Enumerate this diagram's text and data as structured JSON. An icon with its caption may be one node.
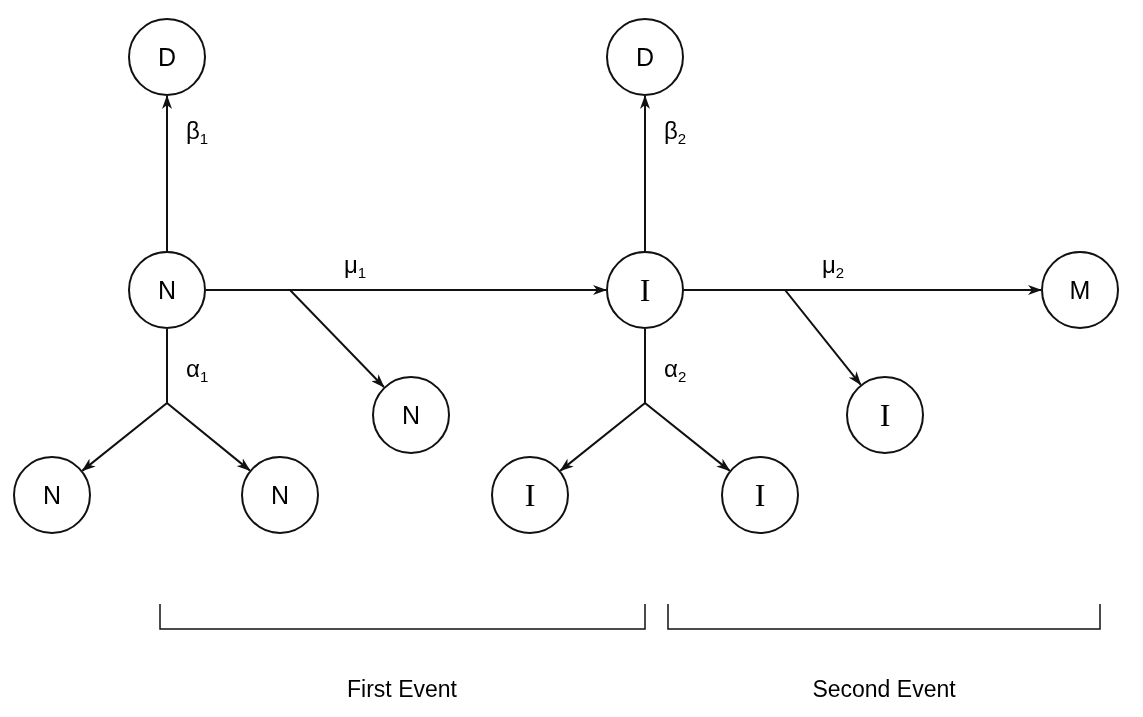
{
  "diagram": {
    "nodes": [
      {
        "text": [
          "D"
        ]
      },
      {
        "text": [
          "D"
        ]
      },
      {
        "text": [
          "N"
        ]
      },
      {
        "text": [
          "I"
        ]
      },
      {
        "text": [
          "M"
        ]
      },
      {
        "text": [
          "N"
        ]
      },
      {
        "text": [
          "I"
        ]
      },
      {
        "text": [
          "N"
        ]
      },
      {
        "text": [
          "N"
        ]
      },
      {
        "text": [
          "I"
        ]
      },
      {
        "text": [
          "I"
        ]
      }
    ],
    "edges": [
      {
        "from": 2,
        "to": 0,
        "arrow": "to",
        "label": "β$_{1}$"
      },
      {
        "from": 2,
        "to": 3,
        "arrow": "to",
        "label": "μ$_{1}$"
      },
      {
        "from": 2,
        "to": 5,
        "arrow": "to"
      },
      {
        "from": 2,
        "to": 7,
        "arrow": "to",
        "label": "α$_{1}$"
      },
      {
        "from": 2,
        "to": 8,
        "arrow": "to"
      },
      {
        "from": 3,
        "to": 1,
        "arrow": "to",
        "label": "β$_{2}$"
      },
      {
        "from": 3,
        "to": 4,
        "arrow": "to",
        "label": "μ$_{2}$"
      },
      {
        "from": 3,
        "to": 6,
        "arrow": "to"
      },
      {
        "from": 3,
        "to": 9,
        "arrow": "to",
        "label": "α$_{2}$"
      },
      {
        "from": 3,
        "to": 10,
        "arrow": "to"
      }
    ],
    "labels": [
      "First Event",
      "Second Event"
    ]
  }
}
